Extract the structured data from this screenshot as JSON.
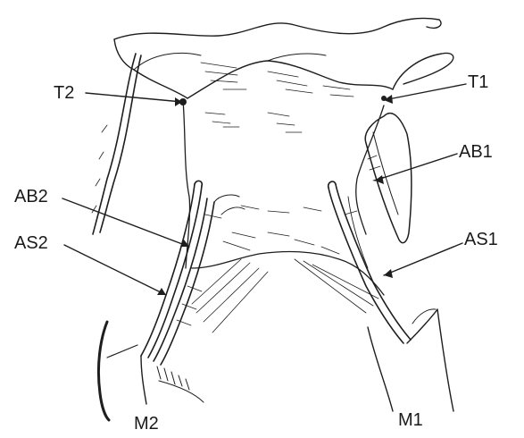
{
  "figure": {
    "labels": {
      "t1": "T1",
      "t2": "T2",
      "ab1": "AB1",
      "ab2": "AB2",
      "as1": "AS1",
      "as2": "AS2",
      "m1": "M1",
      "m2": "M2"
    },
    "ink_color": "#1e1e1e"
  }
}
